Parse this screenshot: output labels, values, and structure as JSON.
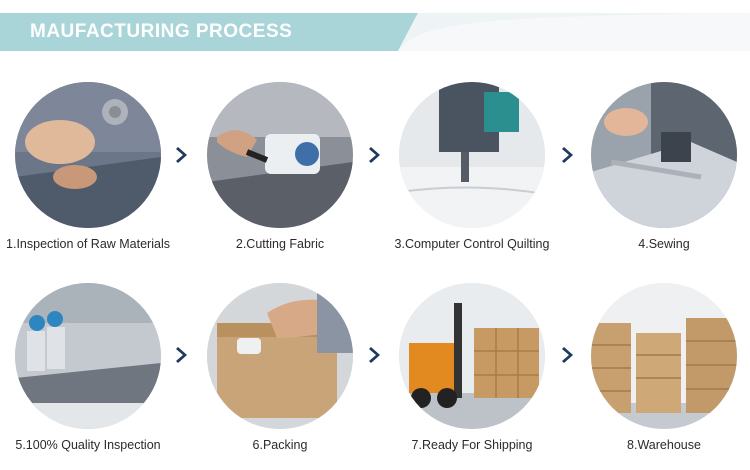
{
  "banner": {
    "title": "MAUFACTURING PROCESS",
    "color": "#a9d5d9"
  },
  "arrow_color": "#1e3a5c",
  "steps": [
    {
      "label": "1.Inspection of Raw Materials",
      "image": "raw-materials-photo"
    },
    {
      "label": "2.Cutting Fabric",
      "image": "cutting-fabric-photo"
    },
    {
      "label": "3.Computer Control Quilting",
      "image": "quilting-machine-photo"
    },
    {
      "label": "4.Sewing",
      "image": "sewing-photo"
    },
    {
      "label": "5.100% Quality Inspection",
      "image": "quality-inspection-photo"
    },
    {
      "label": "6.Packing",
      "image": "packing-photo"
    },
    {
      "label": "7.Ready For Shipping",
      "image": "forklift-photo"
    },
    {
      "label": "8.Warehouse",
      "image": "warehouse-photo"
    }
  ]
}
